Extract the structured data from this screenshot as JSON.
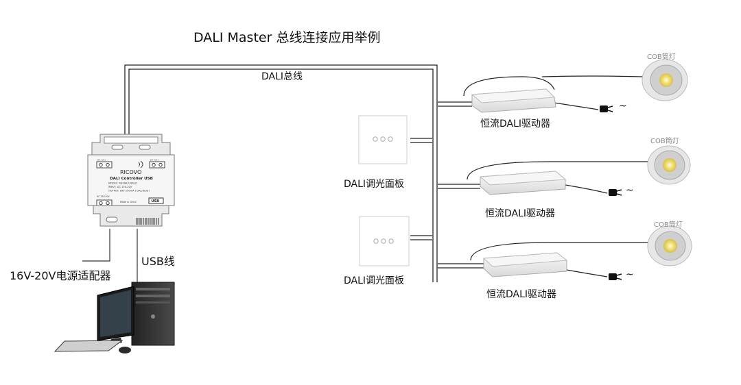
{
  "title": "DALI Master 总线连接应用举例",
  "bus_label": "DALI总线",
  "usb_label": "USB线",
  "adapter_label": "16V-20V电源适配器",
  "controller": {
    "brand": "RICOVO",
    "model_name": "DALI Controller USB",
    "model_line": "MODEL: RK-DALIUSB-V1",
    "input_line": "INPUT: DC 15V-20V",
    "output_line": "OUTPUT: 16V 250mA ( DALI BUS )",
    "terminal_left": "DA- DA+",
    "terminal_right": "DA- DA+",
    "dc_label": "DC 15V-20V",
    "made_in": "Made in China",
    "usb_port_label": "USB"
  },
  "panels": [
    {
      "label": "DALI调光面板"
    },
    {
      "label": "DALI调光面板"
    }
  ],
  "drivers": [
    {
      "label": "恒流DALI驱动器"
    },
    {
      "label": "恒流DALI驱动器"
    },
    {
      "label": "恒流DALI驱动器"
    }
  ],
  "lamps": [
    {
      "label": "COB筒灯"
    },
    {
      "label": "COB筒灯"
    },
    {
      "label": "COB筒灯"
    }
  ],
  "ac_symbol": "~"
}
